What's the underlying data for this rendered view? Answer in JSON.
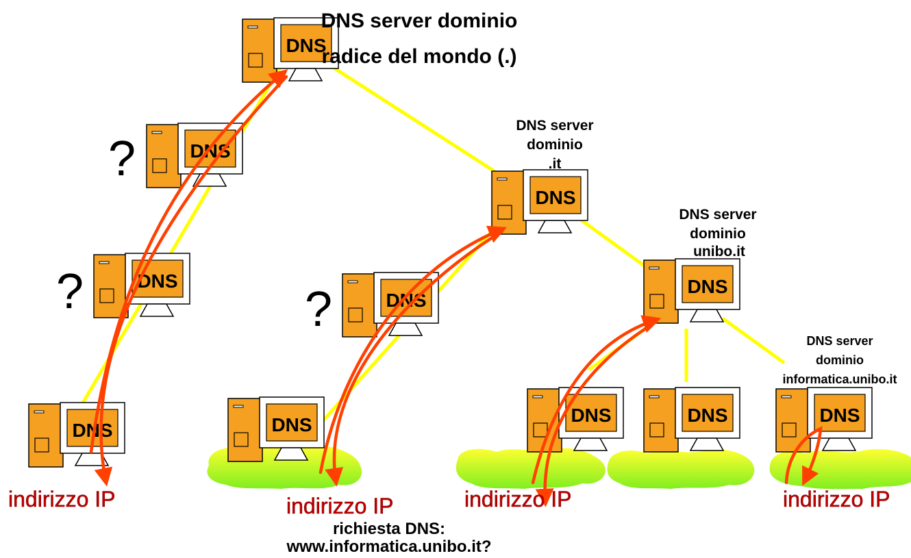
{
  "labels": {
    "root_line1": "DNS server dominio",
    "root_line2": "radice del mondo (.)",
    "it_line1": "DNS server",
    "it_line2": "dominio",
    "it_line3": ".it",
    "unibo_line1": "DNS server",
    "unibo_line2": "dominio",
    "unibo_line3": "unibo.it",
    "info_line1": "DNS server",
    "info_line2": "dominio",
    "info_line3": "informatica.unibo.it",
    "ip_1": "indirizzo IP",
    "ip_2": "indirizzo IP",
    "ip_3": "indirizzo IP",
    "ip_4": "indirizzo IP",
    "request_line1": "richiesta DNS:",
    "request_line2": "www.informatica.unibo.it?"
  },
  "question_marks": [
    "?",
    "?",
    "?"
  ],
  "server_label": "DNS",
  "colors": {
    "server_body": "#f5a020",
    "link": "#ffff00",
    "arrow": "#ff4000",
    "ip_text": "#c00000",
    "cloud_top": "#ffff20",
    "cloud_bottom": "#80ee20"
  }
}
